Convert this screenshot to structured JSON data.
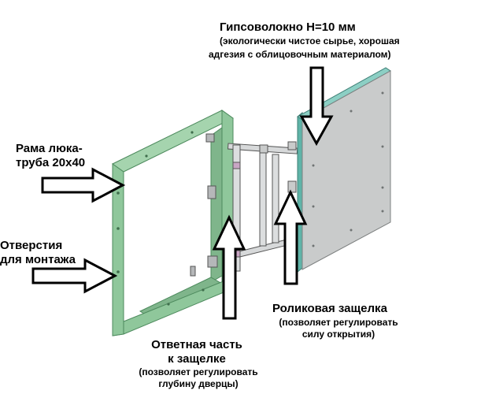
{
  "labels": {
    "gypsum_title": "Гипсоволокно Н=10 мм",
    "gypsum_note_1": "(экологически чистое сырье, хорошая",
    "gypsum_note_2": "адгезия с облицовочным материалом)",
    "frame_1": "Рама люка-",
    "frame_2": "труба 20х40",
    "holes_1": "Отверстия",
    "holes_2": "для монтажа",
    "roller_title": "Роликовая защелка",
    "roller_note_1": "(позволяет регулировать",
    "roller_note_2": "силу открытия)",
    "counter_1": "Ответная часть",
    "counter_2": "к защелке",
    "counter_note_1": "(позволяет регулировать",
    "counter_note_2": "глубину дверцы)"
  },
  "icons": {
    "arrow": "arrow-icon"
  },
  "colors": {
    "frame_green": "#8fc79b",
    "frame_edge": "#5f9c6e",
    "panel_gray": "#c9cbcb",
    "panel_teal": "#5fb4a8",
    "arrow_fill": "#ffffff",
    "arrow_stroke": "#000000"
  }
}
